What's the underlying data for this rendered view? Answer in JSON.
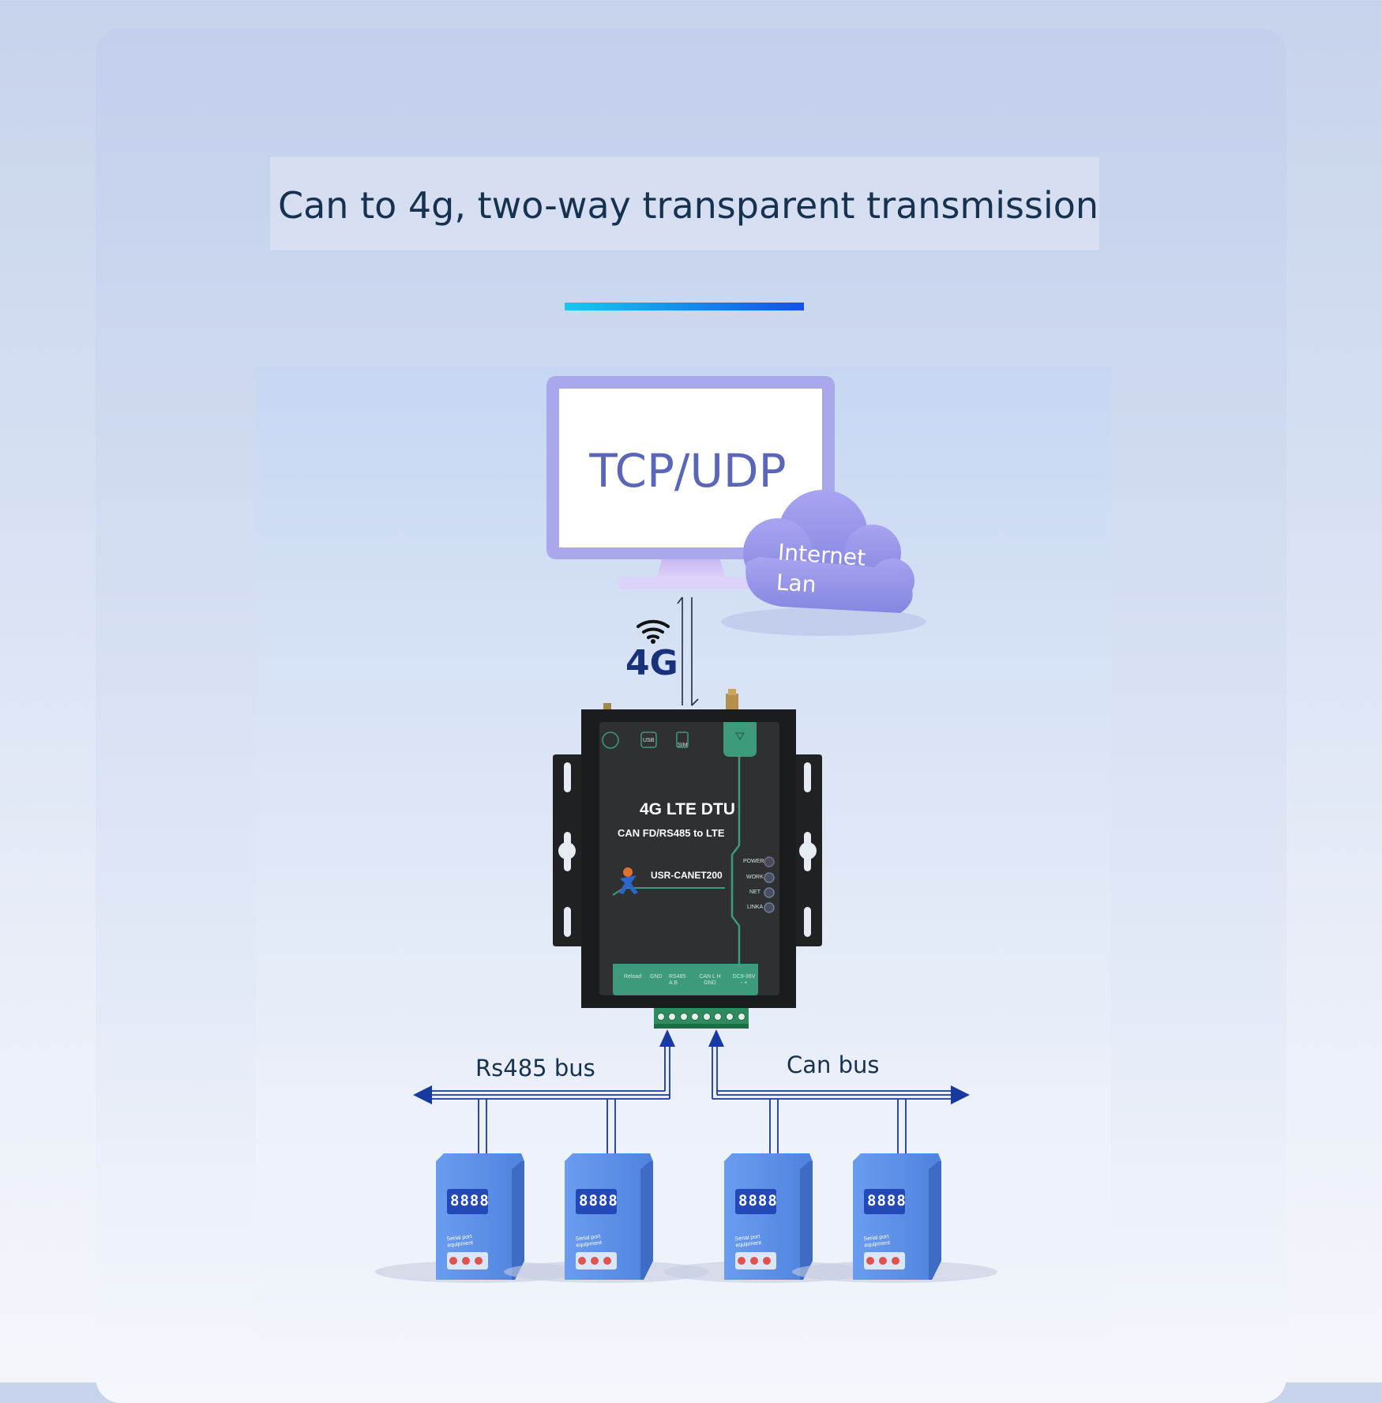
{
  "title": "Can to 4g, two-way transparent transmission",
  "server": {
    "protocol": "TCP/UDP"
  },
  "cloud": {
    "line1": "Internet",
    "line2": "Lan"
  },
  "link": {
    "label": "4G",
    "icon": "wifi-icon"
  },
  "device": {
    "name": "4G LTE DTU",
    "subtitle": "CAN FD/RS485 to LTE",
    "model": "USR-CANET200",
    "indicators": [
      "POWER",
      "WORK",
      "NET",
      "LINKA"
    ],
    "terminals": [
      "Reload",
      "GND",
      "RS485 A B",
      "CAN L H GND",
      "DC9-36V - +"
    ],
    "top_ports": [
      "USB",
      "SIM"
    ]
  },
  "buses": {
    "left": "Rs485 bus",
    "right": "Can bus"
  },
  "meters": [
    {
      "display": "8888",
      "label": "Serial port equipment"
    },
    {
      "display": "8888",
      "label": "Serial port equipment"
    },
    {
      "display": "8888",
      "label": "Serial port equipment"
    },
    {
      "display": "8888",
      "label": "Serial port equipment"
    }
  ],
  "colors": {
    "title": "#17324f",
    "accent_start": "#18c7ee",
    "accent_end": "#1452e6",
    "monitor_frame": "#a9a8ec",
    "cloud": "#8f8ee6",
    "device_body": "#2b2c2e",
    "device_green": "#3d9a7a",
    "arrow": "#163aa0",
    "meter": "#5b8fe6"
  }
}
